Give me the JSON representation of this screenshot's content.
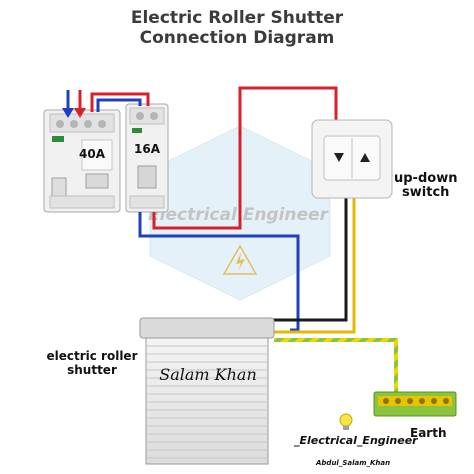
{
  "title_line1": "Electric Roller Shutter",
  "title_line2": "Connection Diagram",
  "breaker_main": {
    "rating": "40A"
  },
  "breaker_secondary": {
    "rating": "16A"
  },
  "switch": {
    "label_line1": "up-down",
    "label_line2": "switch"
  },
  "shutter": {
    "label_line1": "electric roller",
    "label_line2": "shutter",
    "signature": "Salam Khan"
  },
  "earth": {
    "label": "Earth"
  },
  "watermark": "Electrical Engineer",
  "footer": {
    "brand": "_Electrical_Engineer",
    "author": "Abdul_Salam_Khan"
  },
  "colors": {
    "phase": "#d8202c",
    "neutral": "#1f3fbf",
    "switch_wire_1": "#1a1a1a",
    "switch_wire_2": "#e6b800",
    "earth": "#8ac43f",
    "earth_stripe": "#f2d600",
    "watermark_fill": "#cfe6f5"
  }
}
